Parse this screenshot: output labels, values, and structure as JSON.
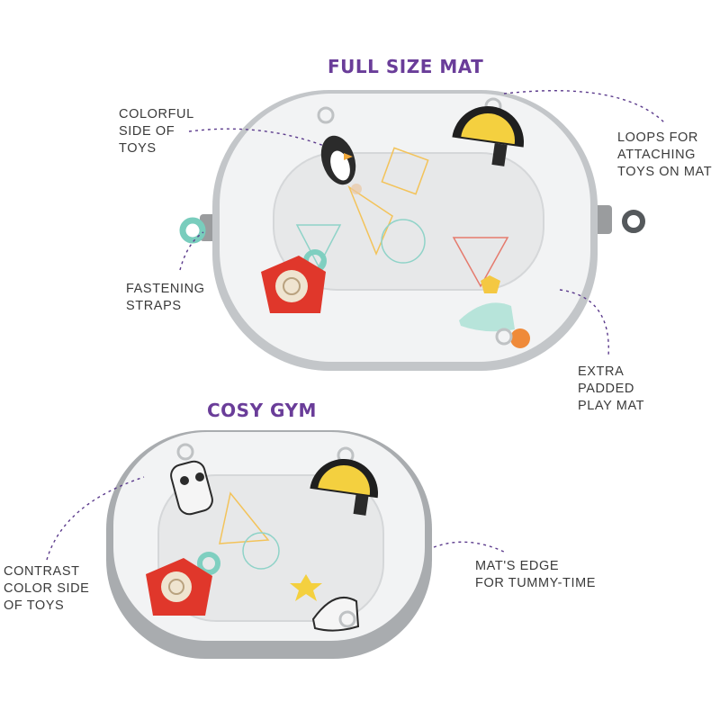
{
  "titles": {
    "full_size": "FULL SIZE MAT",
    "cosy_gym": "COSY GYM"
  },
  "callouts": {
    "colorful": [
      "COLORFUL",
      "SIDE OF",
      "TOYS"
    ],
    "loops": [
      "LOOPS FOR",
      "ATTACHING",
      "TOYS ON MAT"
    ],
    "straps": [
      "FASTENING",
      "STRAPS"
    ],
    "padded": [
      "EXTRA",
      "PADDED",
      "PLAY MAT"
    ],
    "contrast": [
      "CONTRAST",
      "COLOR SIDE",
      "OF TOYS"
    ],
    "edge": [
      "MAT'S EDGE",
      "FOR TUMMY-TIME"
    ]
  },
  "colors": {
    "title_purple": "#6a3d99",
    "leader_purple": "#5b3a8c",
    "mat_border": "#b9bcbf",
    "mat_fill": "#f1f2f3",
    "mat_inner": "#e6e7e8",
    "mint": "#7fcfc0",
    "red": "#e0372b",
    "yellow": "#f4d03f"
  }
}
